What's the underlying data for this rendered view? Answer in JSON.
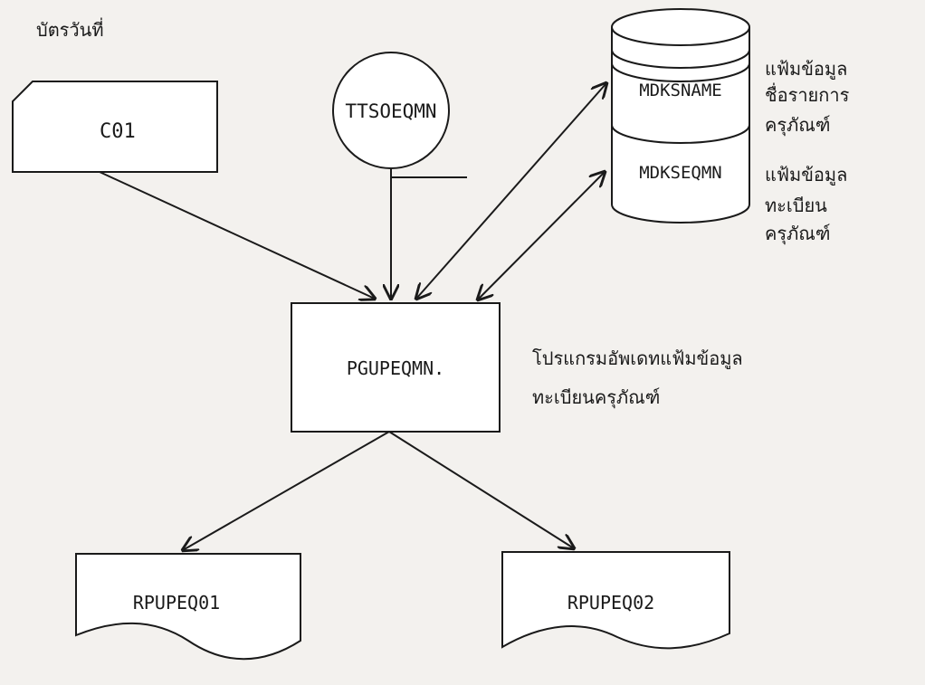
{
  "corner_label": "บัตรวันที่",
  "card": {
    "label": "C01"
  },
  "terminal": {
    "label": "TTSOEQMN"
  },
  "storage": {
    "top_label": "MDKSNAME",
    "bottom_label": "MDKSEQMN"
  },
  "storage_notes": {
    "top": [
      "แฟ้มข้อมูล",
      "ชื่อรายการ",
      "ครุภัณฑ์"
    ],
    "bottom": [
      "แฟ้มข้อมูล",
      "ทะเบียน",
      "ครุภัณฑ์"
    ]
  },
  "process": {
    "label": "PGUPEQMN."
  },
  "process_note": [
    "โปรแกรมอัพเดทแฟ้มข้อมูล",
    "ทะเบียนครุภัณฑ์"
  ],
  "reports": [
    {
      "label": "RPUPEQ01"
    },
    {
      "label": "RPUPEQ02"
    }
  ],
  "colors": {
    "ink": "#1a1a1a",
    "paper": "#f3f1ee",
    "shape_fill": "#ffffff"
  }
}
